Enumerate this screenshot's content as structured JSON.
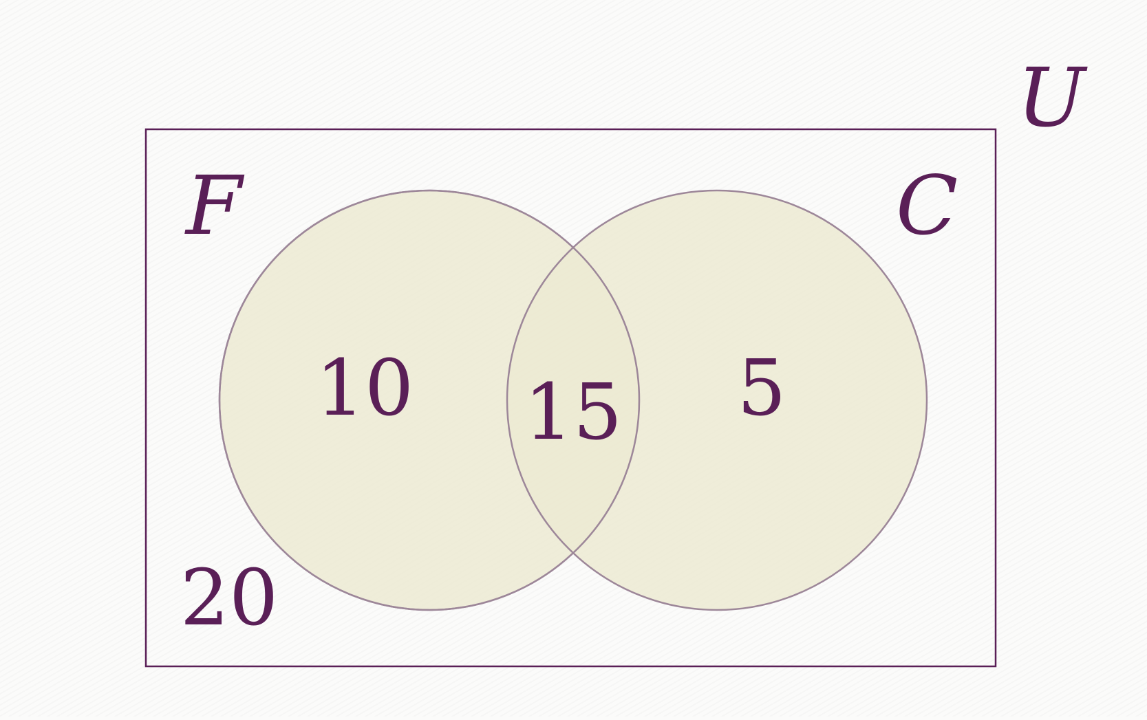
{
  "diagram": {
    "type": "venn",
    "universe": {
      "label": "U",
      "outside_count": "20"
    },
    "sets": [
      {
        "label": "F",
        "only_count": "10"
      },
      {
        "label": "C",
        "only_count": "5"
      }
    ],
    "intersection_count": "15",
    "colors": {
      "ink": "#5a1f57",
      "circle_fill": "#ecead2",
      "circle_stroke": "#9d8799",
      "background": "#fbfbfa"
    }
  }
}
